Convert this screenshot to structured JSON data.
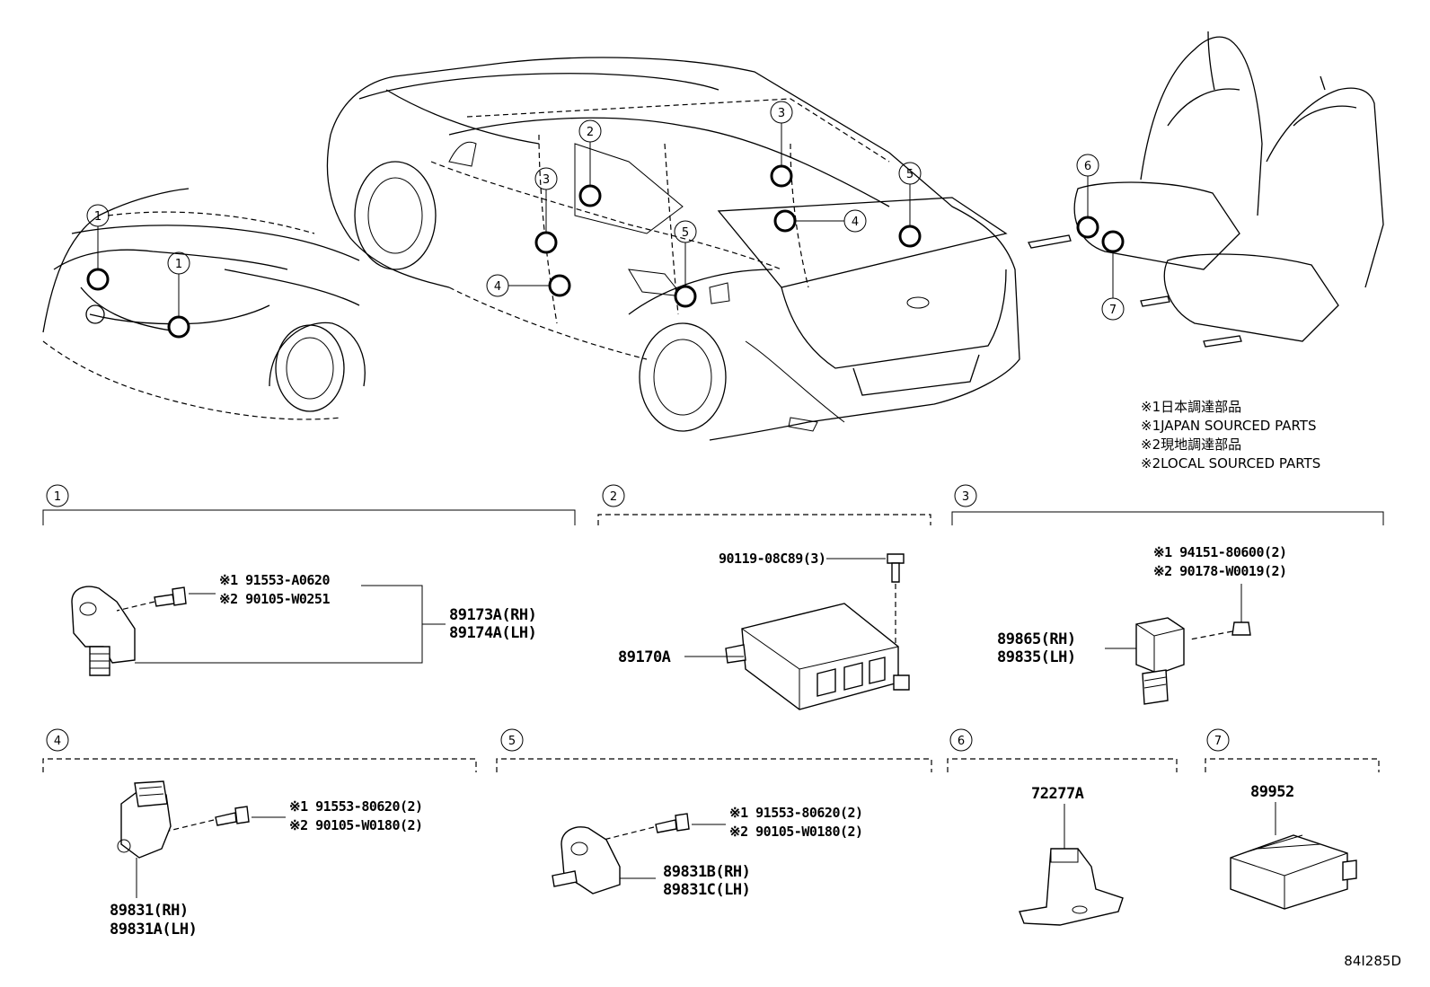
{
  "notes": [
    "※1日本調達部品",
    "※1JAPAN SOURCED PARTS",
    "※2現地調達部品",
    "※2LOCAL SOURCED PARTS"
  ],
  "diagram_id": "84I285D",
  "callout_numbers": [
    "1",
    "1",
    "2",
    "3",
    "3",
    "4",
    "4",
    "5",
    "5",
    "6",
    "7"
  ],
  "sections": [
    {
      "num": "1",
      "labels": [
        "※1 91553-A0620",
        "※2 90105-W0251",
        "89173A(RH)",
        "89174A(LH)"
      ]
    },
    {
      "num": "2",
      "labels": [
        "90119-08C89(3)",
        "89170A"
      ]
    },
    {
      "num": "3",
      "labels": [
        "※1 94151-80600(2)",
        "※2 90178-W0019(2)",
        "89865(RH)",
        "89835(LH)"
      ]
    },
    {
      "num": "4",
      "labels": [
        "※1 91553-80620(2)",
        "※2 90105-W0180(2)",
        "89831(RH)",
        "89831A(LH)"
      ]
    },
    {
      "num": "5",
      "labels": [
        "※1 91553-80620(2)",
        "※2 90105-W0180(2)",
        "89831B(RH)",
        "89831C(LH)"
      ]
    },
    {
      "num": "6",
      "labels": [
        "72277A"
      ]
    },
    {
      "num": "7",
      "labels": [
        "89952"
      ]
    }
  ]
}
